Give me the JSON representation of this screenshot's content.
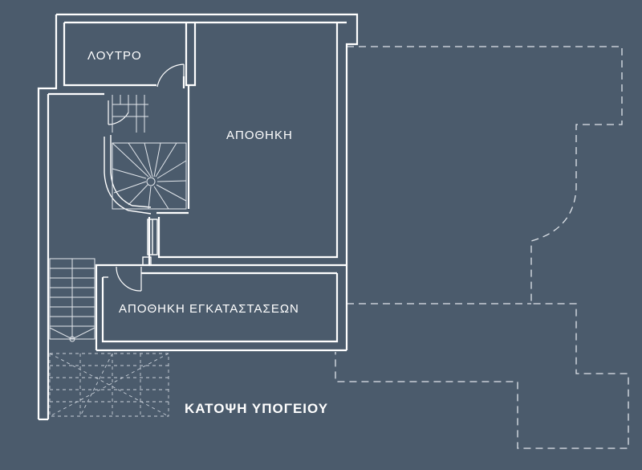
{
  "rooms": {
    "bathroom": "ΛΟΥΤΡΟ",
    "storage": "ΑΠΟΘΗΚΗ",
    "installations_storage": "ΑΠΟΘΗΚΗ ΕΓΚΑΤΑΣΤΑΣΕΩΝ"
  },
  "title": "ΚΑΤΟΨΗ ΥΠΟΓΕΙΟΥ"
}
